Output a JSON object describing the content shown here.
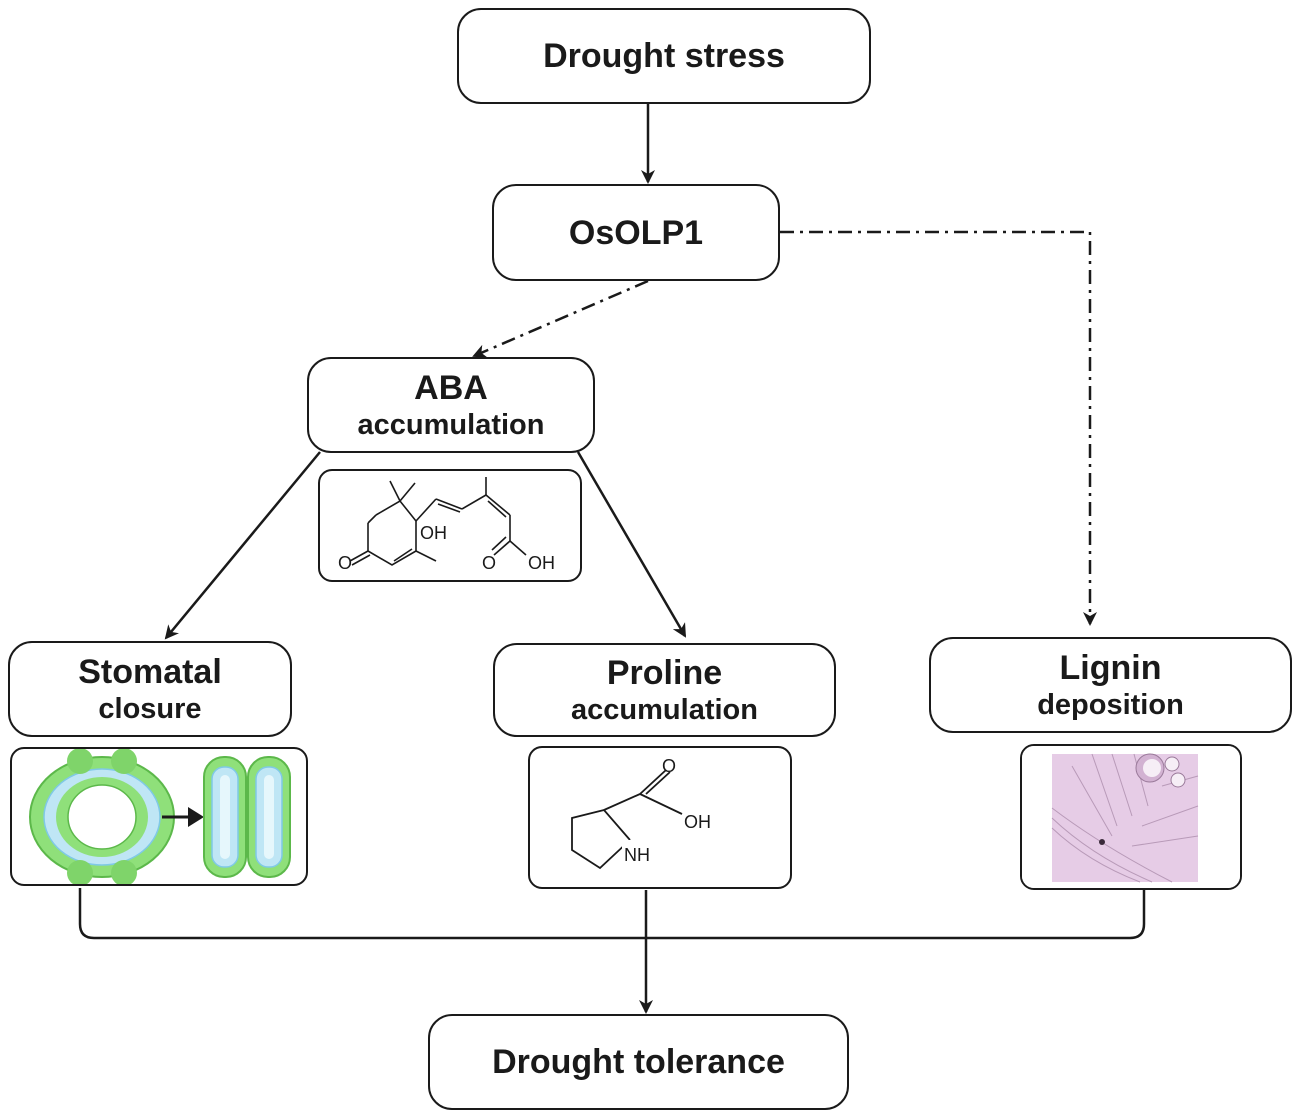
{
  "nodes": {
    "drought_stress": {
      "title": "Drought stress"
    },
    "osolp1": {
      "title": "OsOLP1"
    },
    "aba": {
      "title": "ABA",
      "subtitle": "accumulation"
    },
    "stomatal": {
      "title": "Stomatal",
      "subtitle": "closure"
    },
    "proline": {
      "title": "Proline",
      "subtitle": "accumulation"
    },
    "lignin": {
      "title": "Lignin",
      "subtitle": "deposition"
    },
    "drought_tolerance": {
      "title": "Drought tolerance"
    }
  },
  "structures": {
    "aba_labels": {
      "oh1": "OH",
      "o1": "O",
      "o2": "O",
      "oh2": "OH"
    },
    "proline_labels": {
      "o": "O",
      "oh": "OH",
      "nh": "NH"
    }
  },
  "colors": {
    "stroke": "#1a1a1a",
    "stomata_green": "#8fe07a",
    "stomata_blue": "#bfe6f5",
    "lignin_pink": "#e6cce6"
  }
}
